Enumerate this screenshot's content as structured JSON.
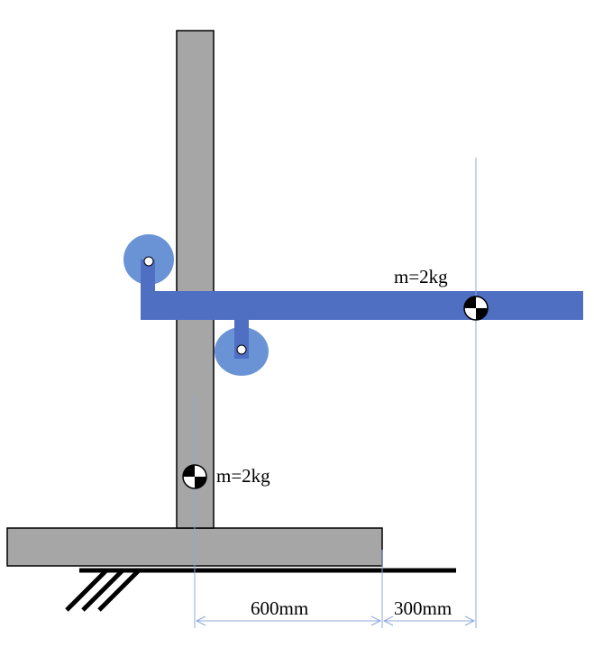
{
  "mass_beam": {
    "label": "m=2kg"
  },
  "mass_column": {
    "label": "m=2kg"
  },
  "dimensions": {
    "left_span": "600mm",
    "right_span": "300mm"
  },
  "colors": {
    "column_fill": "#a6a6a6",
    "beam_fill": "#4f6fc3",
    "roller_fill": "#6a93d6",
    "dimension_line": "#8ea8dc",
    "ground": "#000000"
  }
}
